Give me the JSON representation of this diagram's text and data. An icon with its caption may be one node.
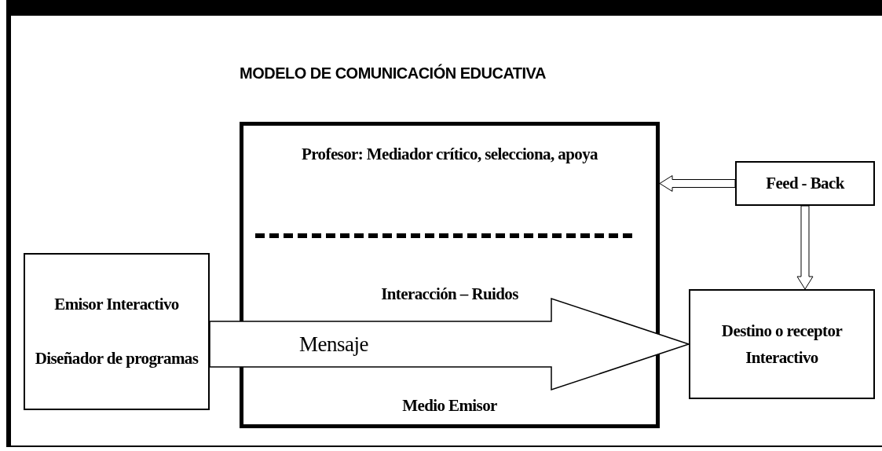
{
  "diagram": {
    "title": "MODELO DE COMUNICACIÓN EDUCATIVA",
    "nodes": [
      {
        "text": [
          "Emisor Interactivo",
          "Diseñador de programas"
        ]
      },
      {
        "text": [
          "Profesor: Mediador crítico, selecciona, apoya",
          "Interacción – Ruidos",
          "Medio Emisor"
        ]
      },
      {
        "text": [
          "Feed - Back"
        ]
      },
      {
        "text": [
          "Destino o receptor Interactivo"
        ]
      }
    ],
    "edges": [
      {
        "from": 0,
        "to": 3,
        "arrow": "to",
        "label": "Mensaje",
        "style": "thick"
      },
      {
        "from": 2,
        "to": 1,
        "arrow": "to"
      },
      {
        "from": 2,
        "to": 3,
        "arrow": "to"
      }
    ]
  }
}
